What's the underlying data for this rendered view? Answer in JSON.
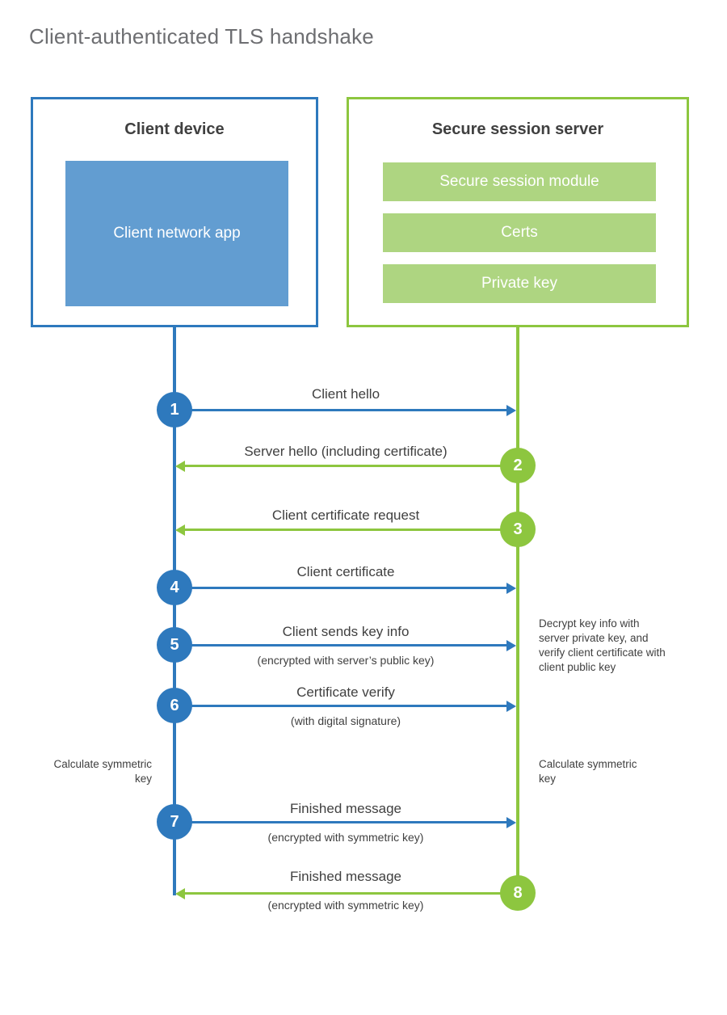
{
  "title": "Client-authenticated TLS handshake",
  "colors": {
    "client_accent": "#2e79bd",
    "client_fill": "#629dd1",
    "server_accent": "#8dc63f",
    "server_fill": "#aed581",
    "text": "#404040",
    "title_text": "#6d6e71",
    "background": "#ffffff"
  },
  "client": {
    "box_title": "Client device",
    "app_label": "Client network app",
    "lifeline_color": "#2e79bd"
  },
  "server": {
    "box_title": "Secure session server",
    "components": [
      {
        "label": "Secure session module"
      },
      {
        "label": "Certs"
      },
      {
        "label": "Private key"
      }
    ],
    "lifeline_color": "#8dc63f"
  },
  "steps": [
    {
      "number": "1",
      "origin": "client",
      "direction": "right",
      "label": "Client hello",
      "sublabel": ""
    },
    {
      "number": "2",
      "origin": "server",
      "direction": "left",
      "label": "Server hello (including certificate)",
      "sublabel": ""
    },
    {
      "number": "3",
      "origin": "server",
      "direction": "left",
      "label": "Client certificate request",
      "sublabel": ""
    },
    {
      "number": "4",
      "origin": "client",
      "direction": "right",
      "label": "Client certificate",
      "sublabel": ""
    },
    {
      "number": "5",
      "origin": "client",
      "direction": "right",
      "label": "Client sends key info",
      "sublabel": "(encrypted with server’s public key)"
    },
    {
      "number": "6",
      "origin": "client",
      "direction": "right",
      "label": "Certificate verify",
      "sublabel": "(with digital signature)"
    },
    {
      "number": "7",
      "origin": "client",
      "direction": "right",
      "label": "Finished message",
      "sublabel": "(encrypted with symmetric key)"
    },
    {
      "number": "8",
      "origin": "server",
      "direction": "left",
      "label": "Finished message",
      "sublabel": "(encrypted with symmetric key)"
    }
  ],
  "annotations": {
    "server_decrypt": "Decrypt key info with server private key, and verify client certificate with client public key",
    "client_calculate": "Calculate symmetric key",
    "server_calculate": "Calculate symmetric key"
  }
}
